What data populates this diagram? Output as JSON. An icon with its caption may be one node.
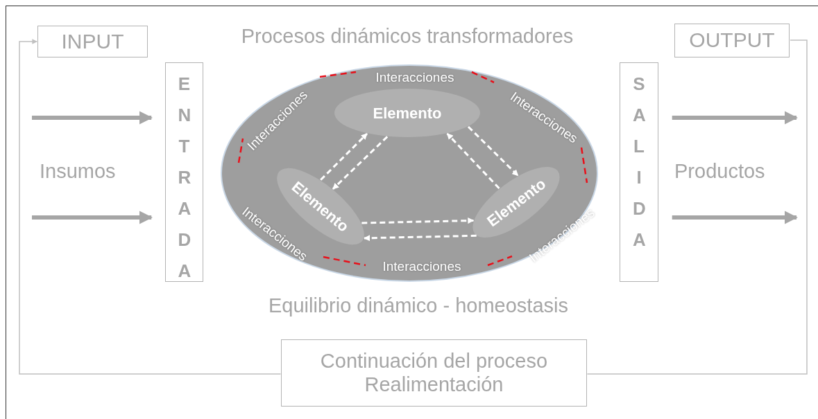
{
  "diagram": {
    "nodes": [
      {
        "text": [
          "INPUT"
        ]
      },
      {
        "text": [
          "ENTRADA"
        ],
        "beside": [
          "Insumos"
        ]
      },
      {
        "text": [
          "Procesos dinámicos transformadores",
          "Interacciones",
          "Interacciones",
          "Interacciones",
          "Interacciones",
          "Interacciones",
          "Interacciones"
        ]
      },
      {
        "text": [
          "Elemento"
        ],
        "in": 2
      },
      {
        "text": [
          "Elemento"
        ],
        "in": 2
      },
      {
        "text": [
          "Elemento"
        ],
        "in": 2
      },
      {
        "text": [
          "SALIDA"
        ],
        "beside": [
          "Productos"
        ]
      },
      {
        "text": [
          "OUTPUT"
        ]
      },
      {
        "text": [
          "Continuación del proceso Realimentación"
        ]
      }
    ],
    "edges": [
      {
        "from": null,
        "to": 1,
        "arrow": "to",
        "style": "thick",
        "color": "#a6a6a6"
      },
      {
        "from": null,
        "to": 1,
        "arrow": "to",
        "style": "thick",
        "color": "#a6a6a6"
      },
      {
        "from": 6,
        "to": null,
        "arrow": "to",
        "style": "thick",
        "color": "#a6a6a6"
      },
      {
        "from": 6,
        "to": null,
        "arrow": "to",
        "style": "thick",
        "color": "#a6a6a6"
      },
      {
        "from": 4,
        "to": 3,
        "arrow": "to",
        "style": "dashed",
        "color": "#ffffff"
      },
      {
        "from": 3,
        "to": 4,
        "arrow": "to",
        "style": "dashed",
        "color": "#ffffff"
      },
      {
        "from": 3,
        "to": 5,
        "arrow": "to",
        "style": "dashed",
        "color": "#ffffff"
      },
      {
        "from": 5,
        "to": 3,
        "arrow": "to",
        "style": "dashed",
        "color": "#ffffff"
      },
      {
        "from": 4,
        "to": 5,
        "arrow": "to",
        "style": "dashed",
        "color": "#ffffff"
      },
      {
        "from": 5,
        "to": 4,
        "arrow": "to",
        "style": "dashed",
        "color": "#ffffff"
      },
      {
        "from": 7,
        "to": 8,
        "arrow": "none"
      },
      {
        "from": 8,
        "to": 0,
        "arrow": "to"
      }
    ],
    "labels": [
      "Equilibrio dinámico - homeostasis"
    ]
  }
}
